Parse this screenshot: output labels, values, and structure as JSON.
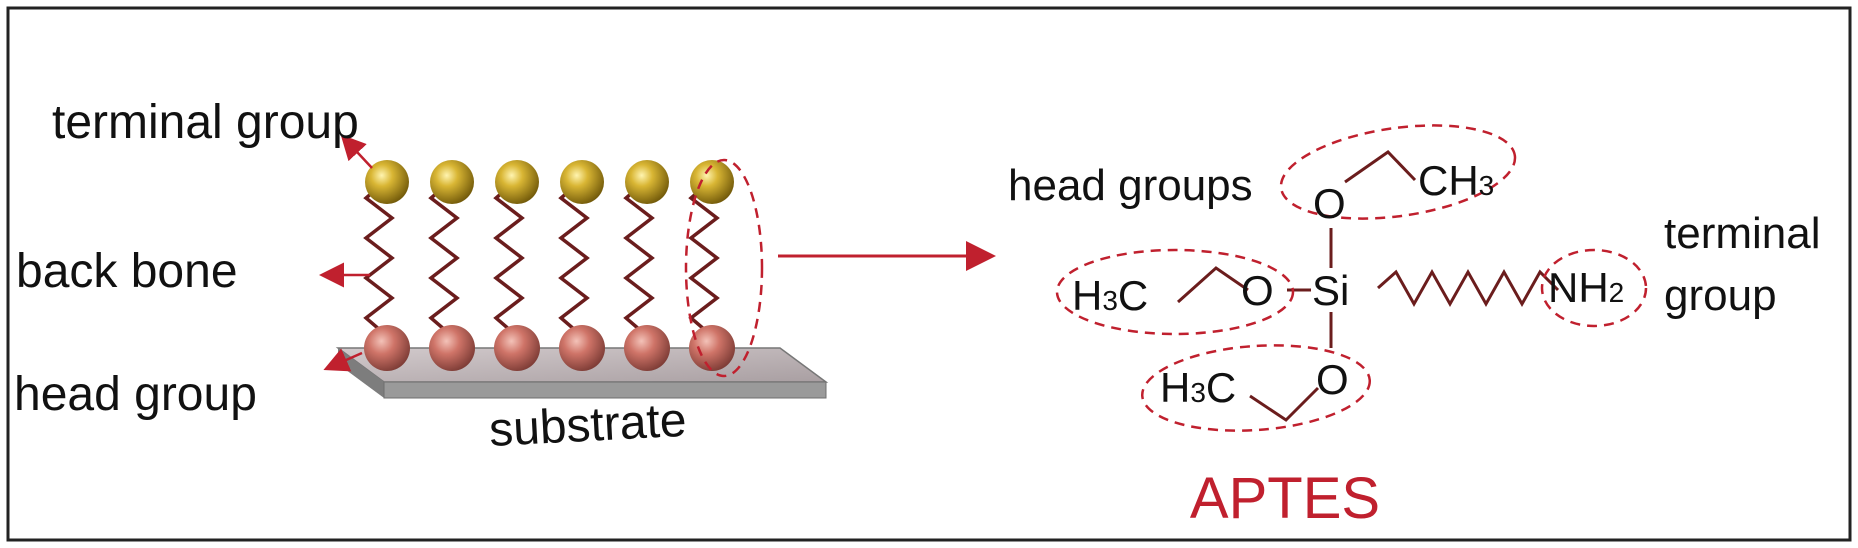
{
  "sam": {
    "labels": {
      "terminal_group": "terminal group",
      "back_bone": "back bone",
      "head_group": "head group",
      "substrate": "substrate"
    },
    "molecule_count": 6
  },
  "aptes": {
    "title": "APTES",
    "labels": {
      "head_groups": "head groups",
      "terminal_line1": "terminal",
      "terminal_line2": "group"
    },
    "atoms": {
      "si": "Si",
      "o_top": "O",
      "o_left": "O",
      "o_bottom": "O",
      "ch3": "CH",
      "ch3_sub": "3",
      "h3c_left": "H",
      "h3c_left_sub": "3",
      "h3c_left_c": "C",
      "h3c_bottom": "H",
      "h3c_bottom_sub": "3",
      "h3c_bottom_c": "C",
      "nh2": "NH",
      "nh2_sub": "2"
    }
  },
  "colors": {
    "accent_red": "#c0202e",
    "chain": "#6b1d1d",
    "terminal_ball": "#b8961c",
    "head_ball": "#c8706a",
    "substrate_top": "#bdb4b6",
    "substrate_side": "#8f8f8f"
  }
}
